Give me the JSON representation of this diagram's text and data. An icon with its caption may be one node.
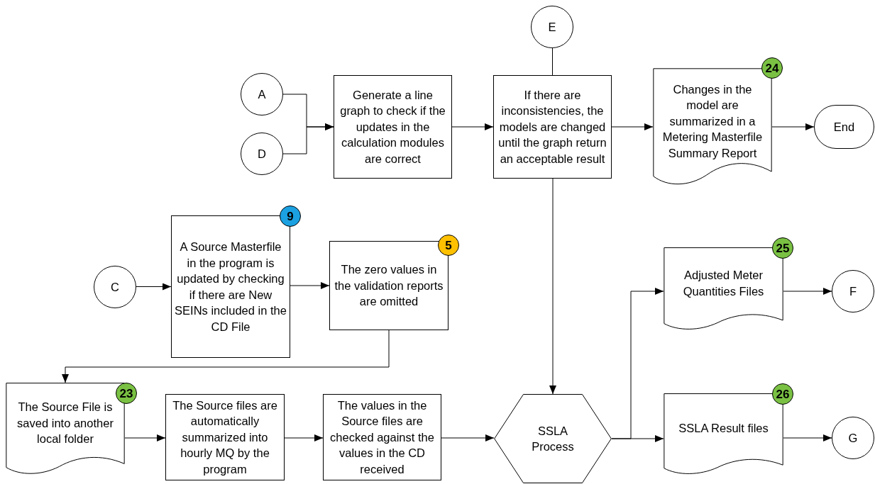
{
  "diagram": {
    "nodes": [
      {
        "text": [
          "A"
        ]
      },
      {
        "text": [
          "D"
        ]
      },
      {
        "text": [
          "Generate a line graph to check if the updates in the calculation modules are correct"
        ]
      },
      {
        "text": [
          "If there are inconsistencies, the models are changed until the graph return an acceptable result"
        ]
      },
      {
        "text": [
          "E"
        ]
      },
      {
        "text": [
          "Changes in the model are summarized in a Metering Masterfile Summary Report"
        ]
      },
      {
        "text": [
          "24"
        ]
      },
      {
        "text": [
          "End"
        ]
      },
      {
        "text": [
          "C"
        ]
      },
      {
        "text": [
          "A Source Masterfile in the program is updated by checking if there are New SEINs included in the CD File"
        ]
      },
      {
        "text": [
          "9"
        ]
      },
      {
        "text": [
          "The zero values in the validation reports are omitted"
        ]
      },
      {
        "text": [
          "5"
        ]
      },
      {
        "text": [
          "The Source File is saved into another local folder"
        ]
      },
      {
        "text": [
          "23"
        ]
      },
      {
        "text": [
          "The Source files are automatically summarized into hourly MQ by the program"
        ]
      },
      {
        "text": [
          "The values in the Source files are checked against the values in the CD received"
        ]
      },
      {
        "text": [
          "SSLA Process"
        ]
      },
      {
        "text": [
          "Adjusted Meter Quantities Files"
        ]
      },
      {
        "text": [
          "25"
        ]
      },
      {
        "text": [
          "F"
        ]
      },
      {
        "text": [
          "SSLA Result files"
        ]
      },
      {
        "text": [
          "26"
        ]
      },
      {
        "text": [
          "G"
        ]
      }
    ],
    "edges": [
      {
        "from": 0,
        "to": 2,
        "arrow": "to"
      },
      {
        "from": 1,
        "to": 2,
        "arrow": "to"
      },
      {
        "from": 2,
        "to": 3,
        "arrow": "to"
      },
      {
        "from": 4,
        "to": 3,
        "arrow": "none"
      },
      {
        "from": 3,
        "to": 5,
        "arrow": "to"
      },
      {
        "from": 5,
        "to": 7,
        "arrow": "to"
      },
      {
        "from": 3,
        "to": 17,
        "arrow": "to"
      },
      {
        "from": 8,
        "to": 9,
        "arrow": "to"
      },
      {
        "from": 9,
        "to": 11,
        "arrow": "to"
      },
      {
        "from": 11,
        "to": 13,
        "arrow": "to"
      },
      {
        "from": 13,
        "to": 15,
        "arrow": "to"
      },
      {
        "from": 15,
        "to": 16,
        "arrow": "to"
      },
      {
        "from": 16,
        "to": 17,
        "arrow": "to"
      },
      {
        "from": 17,
        "to": 18,
        "arrow": "to"
      },
      {
        "from": 17,
        "to": 21,
        "arrow": "to"
      },
      {
        "from": 18,
        "to": 20,
        "arrow": "to"
      },
      {
        "from": 21,
        "to": 23,
        "arrow": "to"
      }
    ]
  }
}
